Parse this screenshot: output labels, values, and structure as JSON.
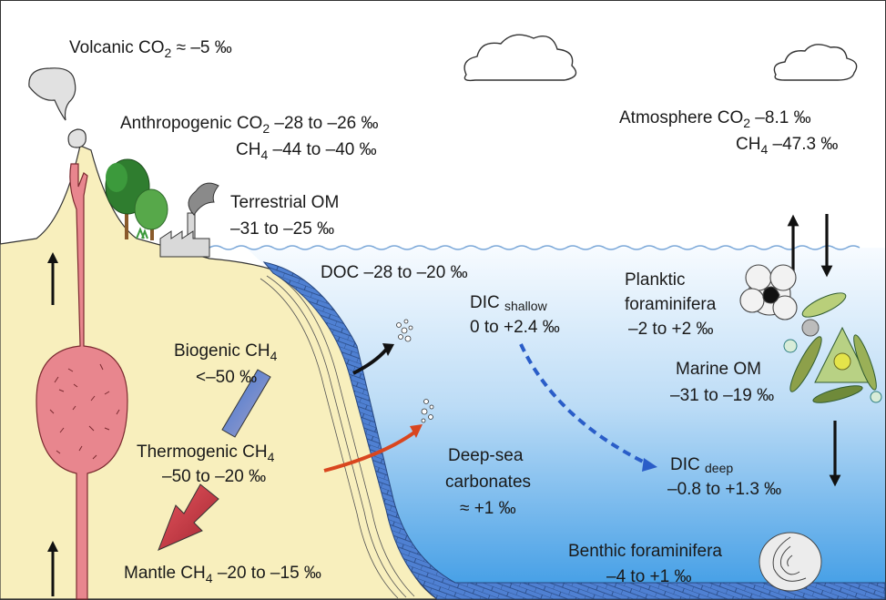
{
  "labels": {
    "volcanic_prefix": "Volcanic CO",
    "volcanic_sub": "2",
    "volcanic_value": " ≈ –5 ‰",
    "anthro_prefix": "Anthropogenic CO",
    "anthro_sub": "2",
    "anthro_value": " –28 to –26 ‰",
    "anthro_ch4_prefix": "CH",
    "anthro_ch4_sub": "4",
    "anthro_ch4_value": " –44 to –40 ‰",
    "terrestrial_title": "Terrestrial OM",
    "terrestrial_value": "–31 to –25 ‰",
    "atmos_prefix": "Atmosphere CO",
    "atmos_sub": "2",
    "atmos_value": " –8.1 ‰",
    "atmos_ch4_prefix": "CH",
    "atmos_ch4_sub": "4",
    "atmos_ch4_value": " –47.3 ‰",
    "doc": "DOC –28 to –20 ‰",
    "dic_shallow_prefix": "DIC ",
    "dic_shallow_sub": "shallow",
    "dic_shallow_value": "0 to +2.4 ‰",
    "planktic_1": "Planktic",
    "planktic_2": "foraminifera",
    "planktic_value": "–2 to +2 ‰",
    "biogenic_prefix": "Biogenic CH",
    "biogenic_sub": "4",
    "biogenic_value": "<–50 ‰",
    "marine_title": "Marine OM",
    "marine_value": "–31 to –19 ‰",
    "thermo_prefix": "Thermogenic CH",
    "thermo_sub": "4",
    "thermo_value": "–50 to –20 ‰",
    "deepsea_1": "Deep-sea",
    "deepsea_2": "carbonates",
    "deepsea_value": "≈ +1 ‰",
    "dic_deep_prefix": "DIC ",
    "dic_deep_sub": "deep",
    "dic_deep_value": "–0.8 to +1.3 ‰",
    "mantle_prefix": "Mantle CH",
    "mantle_sub": "4",
    "mantle_value": " –20 to –15 ‰",
    "benthic_title": "Benthic foraminifera",
    "benthic_value": "–4 to +1 ‰"
  },
  "colors": {
    "land": "#f8efbd",
    "ocean_top": "#f4f9fe",
    "ocean_bottom": "#3a9be6",
    "magma": "#e8868e",
    "carbonate_band": "#4f80d2",
    "biogenic_arrow": "#6a86c8",
    "thermogenic_arrow": "#c43d44",
    "red_arrow": "#d9461f",
    "dic_dashed": "#2a5dc8"
  }
}
